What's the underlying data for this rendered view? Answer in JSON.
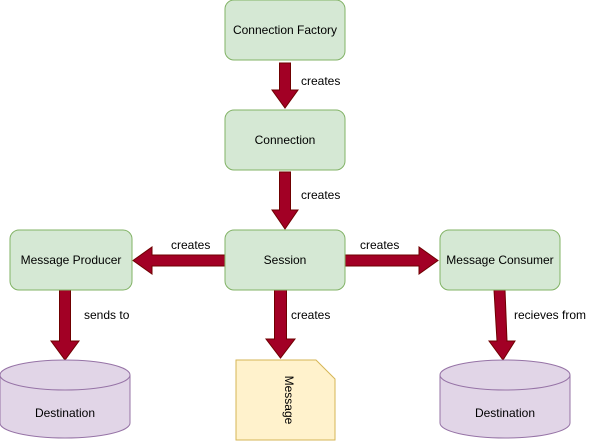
{
  "colors": {
    "process_fill": "#d5e8d4",
    "process_stroke": "#82b366",
    "db_fill": "#e1d5e7",
    "db_stroke": "#9673a6",
    "note_fill": "#fff2cc",
    "note_stroke": "#d6b656",
    "arrow_fill": "#a20025",
    "arrow_stroke": "#6f0000"
  },
  "nodes": {
    "connection_factory": "Connection Factory",
    "connection": "Connection",
    "session": "Session",
    "message_producer": "Message Producer",
    "message_consumer": "Message Consumer",
    "destination_left": "Destination",
    "destination_right": "Destination",
    "message": "Message"
  },
  "edges": {
    "factory_to_connection": "creates",
    "connection_to_session": "creates",
    "session_to_producer": "creates",
    "session_to_consumer": "creates",
    "session_to_message": "creates",
    "producer_to_destination": "sends to",
    "consumer_to_destination": "recieves from"
  }
}
